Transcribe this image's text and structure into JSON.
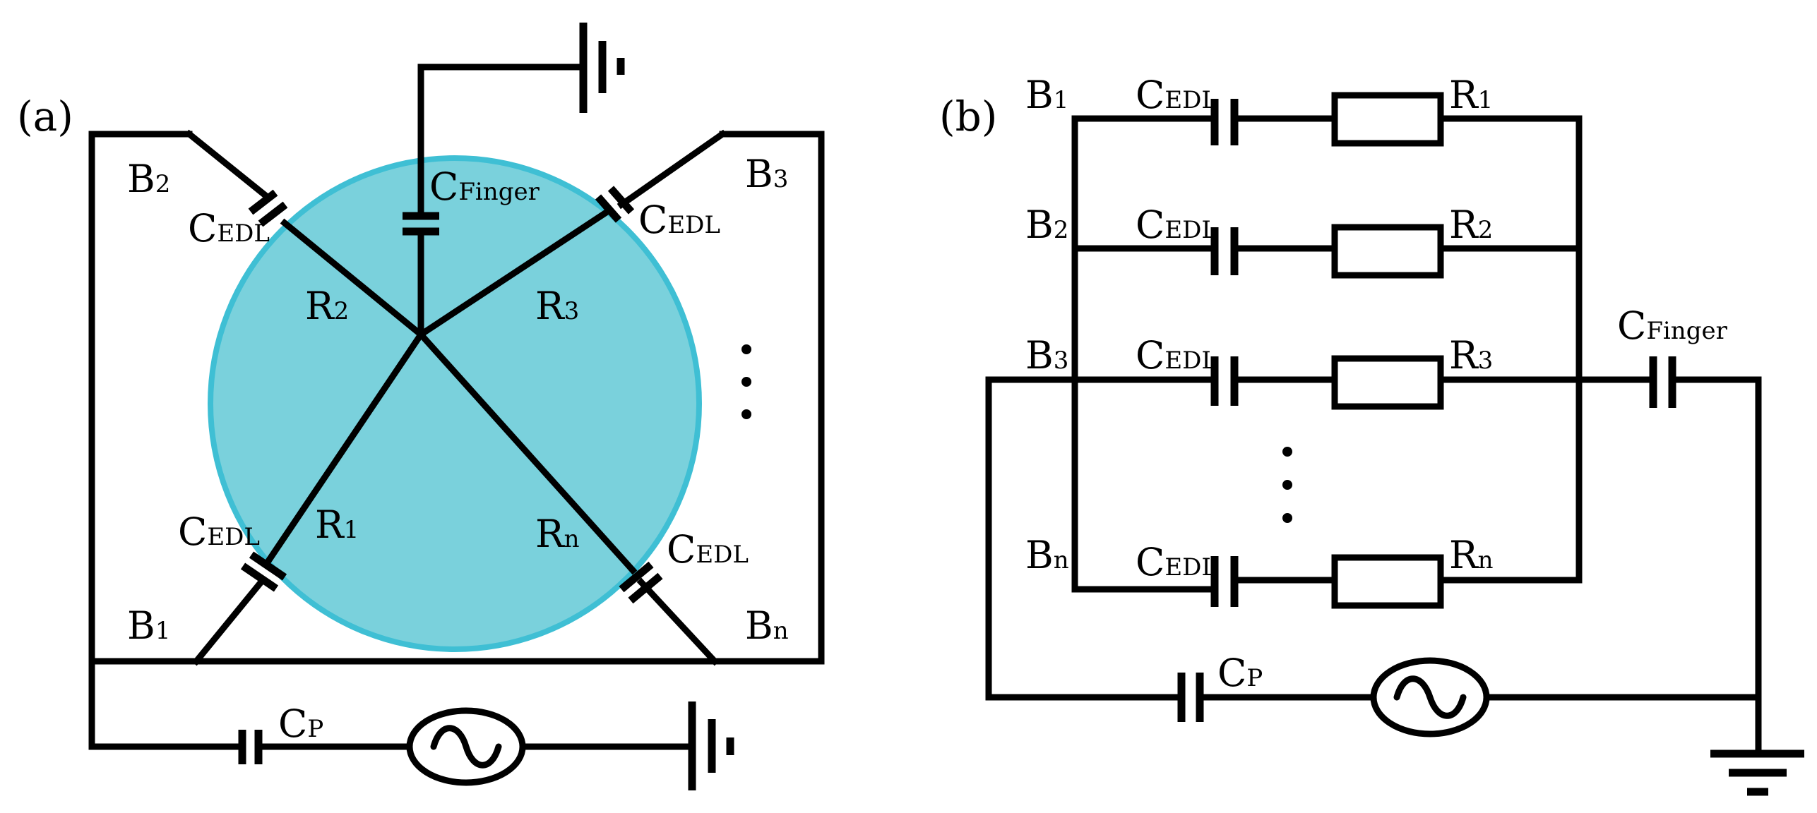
{
  "colors": {
    "contact": "#7AD1DC",
    "contact_edge": "#3FBFD4",
    "wire": "#000000",
    "background": "#FFFFFF"
  },
  "panel_a": {
    "label": "(a)",
    "B2": {
      "main": "B",
      "sub": "2"
    },
    "B3": {
      "main": "B",
      "sub": "3"
    },
    "B1": {
      "main": "B",
      "sub": "1"
    },
    "Bn": {
      "main": "B",
      "sub": "n"
    },
    "R2": {
      "main": "R",
      "sub": "2"
    },
    "R3": {
      "main": "R",
      "sub": "3"
    },
    "R1": {
      "main": "R",
      "sub": "1"
    },
    "Rn": {
      "main": "R",
      "sub": "n"
    },
    "cedl_tl": {
      "main": "C",
      "sub": "EDL"
    },
    "cedl_tr": {
      "main": "C",
      "sub": "EDL"
    },
    "cedl_bl": {
      "main": "C",
      "sub": "EDL"
    },
    "cedl_br": {
      "main": "C",
      "sub": "EDL"
    },
    "cfinger": {
      "main": "C",
      "sub": "Finger"
    },
    "cp": {
      "main": "C",
      "sub": "P"
    }
  },
  "panel_b": {
    "label": "(b)",
    "rows": [
      {
        "b_main": "B",
        "b_sub": "1",
        "c_main": "C",
        "c_sub": "EDL",
        "r_main": "R",
        "r_sub": "1"
      },
      {
        "b_main": "B",
        "b_sub": "2",
        "c_main": "C",
        "c_sub": "EDL",
        "r_main": "R",
        "r_sub": "2"
      },
      {
        "b_main": "B",
        "b_sub": "3",
        "c_main": "C",
        "c_sub": "EDL",
        "r_main": "R",
        "r_sub": "3"
      },
      {
        "b_main": "B",
        "b_sub": "n",
        "c_main": "C",
        "c_sub": "EDL",
        "r_main": "R",
        "r_sub": "n"
      }
    ],
    "cfinger": {
      "main": "C",
      "sub": "Finger"
    },
    "cp": {
      "main": "C",
      "sub": "P"
    }
  }
}
